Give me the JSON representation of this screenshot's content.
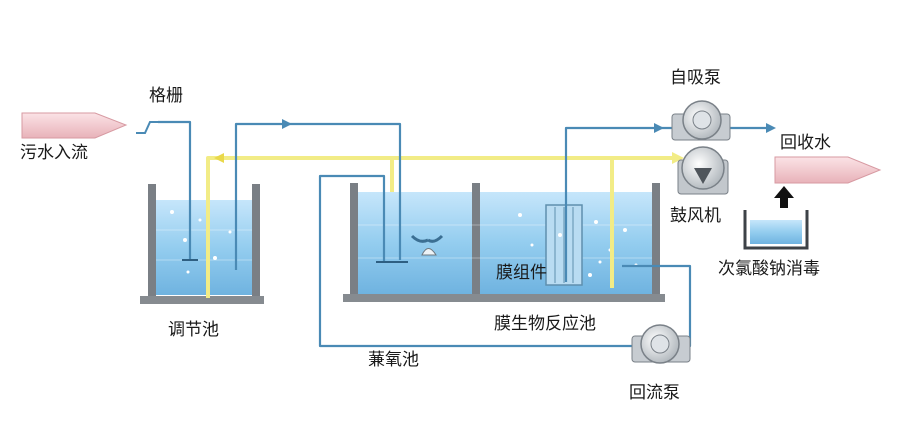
{
  "labels": {
    "inflow": "污水入流",
    "screen": "格栅",
    "self_priming_pump": "自吸泵",
    "recycled_water": "回收水",
    "blower": "鼓风机",
    "hypochlorite_disinfection": "次氯酸钠消毒",
    "regulating_tank": "调节池",
    "membrane_module": "膜组件",
    "mbr_tank": "膜生物反应池",
    "anoxic_tank": "蒹氧池",
    "return_pump": "回流泵"
  },
  "colors": {
    "water_pipe": "#4a8ab5",
    "air_pipe": "#f2ec86",
    "water": "#8fc9ee",
    "wall": "#7a7f85",
    "arrow_fill": "#f5c9cf"
  }
}
